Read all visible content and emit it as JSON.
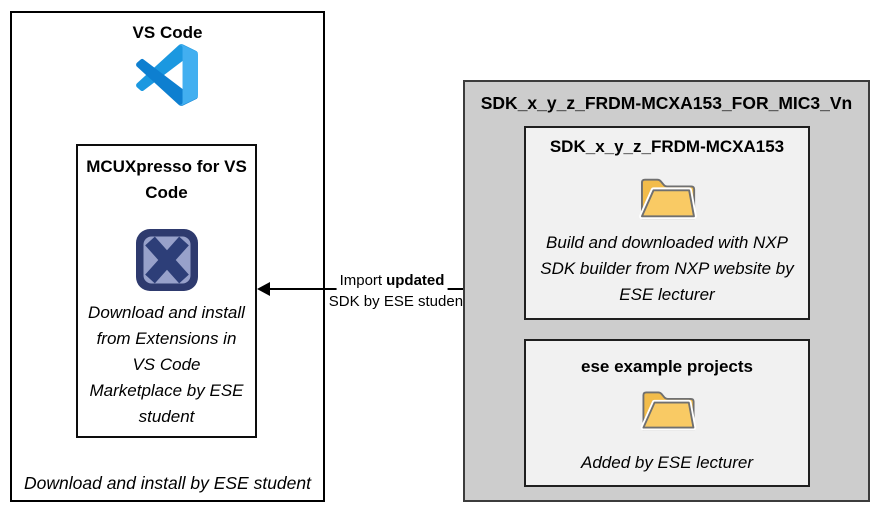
{
  "left_box": {
    "title": "VS Code",
    "footer": "Download and install by ESE student",
    "inner_box": {
      "title": "MCUXpresso for VS Code",
      "description": "Download and install from Extensions in VS Code Marketplace by ESE student"
    }
  },
  "arrow": {
    "label": {
      "line1_prefix": "Import",
      "line1_bold": "updated",
      "line2": "SDK by ESE student"
    }
  },
  "right_box": {
    "title": "SDK_x_y_z_FRDM-MCXA153_FOR_MIC3_Vn",
    "boxes": [
      {
        "title": "SDK_x_y_z_FRDM-MCXA153",
        "icon": "open-folder-icon",
        "description": "Build and downloaded with NXP SDK builder from NXP website by ESE lecturer"
      },
      {
        "title": "ese example projects",
        "icon": "open-folder-icon",
        "description": "Added by ESE lecturer"
      }
    ]
  },
  "icons": {
    "vscode": "vscode-logo-icon",
    "mcuxpresso": "mcuxpresso-x-icon",
    "folder": "open-folder-icon"
  },
  "colors": {
    "vscode_blue_light": "#42aff0",
    "vscode_blue_mid": "#1b98e0",
    "vscode_blue_dark": "#0e7fd0",
    "mcux_navy": "#2e3a6e",
    "mcux_lavender": "#98a1ca",
    "folder_yellow_front": "#f9ca64",
    "folder_yellow_back": "#f2bc4a",
    "gray_panel_bg": "#cdcdcd",
    "inner_panel_bg": "#f1f1f1",
    "line_black": "#000000"
  }
}
